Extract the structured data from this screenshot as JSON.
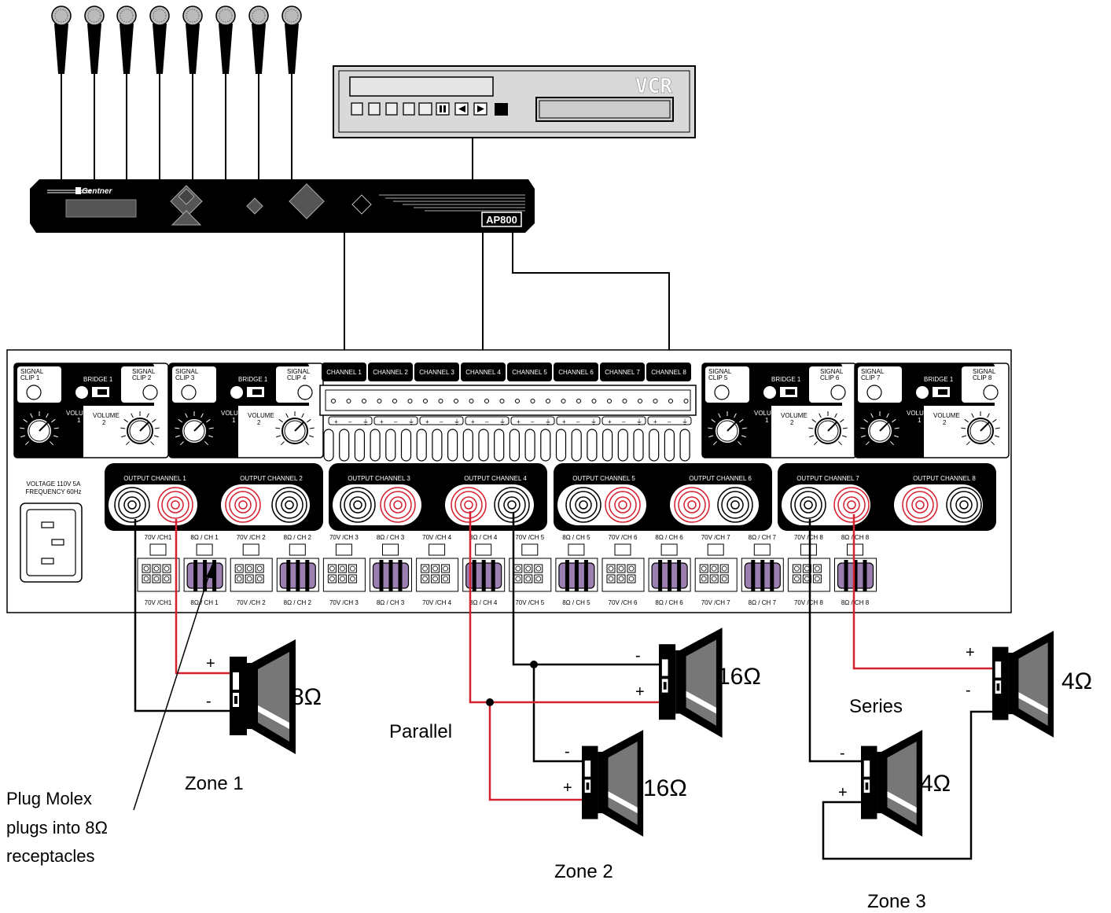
{
  "vcr": {
    "label": "VCR"
  },
  "mixer": {
    "brand": "Gentner",
    "model": "AP800",
    "mic_count": 8
  },
  "amplifier": {
    "power_label_line1": "VOLTAGE 110V 5A",
    "power_label_line2": "FREQUENCY 60Hz",
    "input_channels": [
      "CHANNEL 1",
      "CHANNEL 2",
      "CHANNEL 3",
      "CHANNEL 4",
      "CHANNEL 5",
      "CHANNEL 6",
      "CHANNEL 7",
      "CHANNEL 8"
    ],
    "terminal_symbols": [
      "+",
      "–",
      "⏚"
    ],
    "modules": [
      {
        "clip_left": [
          "SIGNAL",
          "CLIP 1"
        ],
        "clip_right": [
          "SIGNAL",
          "CLIP 2"
        ],
        "bridge": "BRIDGE 1",
        "volume_left": [
          "VOLUME",
          "1"
        ],
        "volume_right": [
          "VOLUME",
          "2"
        ]
      },
      {
        "clip_left": [
          "SIGNAL",
          "CLIP 3"
        ],
        "clip_right": [
          "SIGNAL",
          "CLIP 4"
        ],
        "bridge": "BRIDGE 1",
        "volume_left": [
          "VOLUME",
          "1"
        ],
        "volume_right": [
          "VOLUME",
          "2"
        ]
      },
      {
        "clip_left": [
          "SIGNAL",
          "CLIP 5"
        ],
        "clip_right": [
          "SIGNAL",
          "CLIP 6"
        ],
        "bridge": "BRIDGE 1",
        "volume_left": [
          "VOLUME",
          "1"
        ],
        "volume_right": [
          "VOLUME",
          "2"
        ]
      },
      {
        "clip_left": [
          "SIGNAL",
          "CLIP 7"
        ],
        "clip_right": [
          "SIGNAL",
          "CLIP 8"
        ],
        "bridge": "BRIDGE 1",
        "volume_left": [
          "VOLUME",
          "1"
        ],
        "volume_right": [
          "VOLUME",
          "2"
        ]
      }
    ],
    "output_channels": [
      "OUTPUT CHANNEL 1",
      "OUTPUT CHANNEL 2",
      "OUTPUT CHANNEL 3",
      "OUTPUT CHANNEL 4",
      "OUTPUT CHANNEL 5",
      "OUTPUT CHANNEL 6",
      "OUTPUT CHANNEL 7",
      "OUTPUT CHANNEL 8"
    ],
    "molex_labels": [
      "70V /CH1",
      "8Ω / CH 1",
      "70V /CH 2",
      "8Ω / CH 2",
      "70V /CH 3",
      "8Ω / CH 3",
      "70V /CH 4",
      "8Ω / CH 4",
      "70V /CH 5",
      "8Ω / CH 5",
      "70V /CH 6",
      "8Ω / CH 6",
      "70V /CH 7",
      "8Ω / CH 7",
      "70V /CH 8",
      "8Ω / CH 8"
    ],
    "molex_labels_bottom": [
      "70V /CH1",
      "8Ω / CH 1",
      "70V /CH 2",
      "8Ω / CH 2",
      "70V /CH 3",
      "8Ω / CH 3",
      "70V /CH 4",
      "8Ω / CH 4",
      "70V /CH 5",
      "8Ω / CH 5",
      "70V /CH 6",
      "8Ω / CH 6",
      "70V /CH 7",
      "8Ω / CH 7",
      "70V /CH 8",
      "8Ω / CH 8"
    ]
  },
  "speakers": [
    {
      "impedance": "8Ω",
      "plus": "+",
      "minus": "-"
    },
    {
      "impedance": "16Ω",
      "plus": "+",
      "minus": "-"
    },
    {
      "impedance": "16Ω",
      "plus": "+",
      "minus": "-"
    },
    {
      "impedance": "4Ω",
      "plus": "+",
      "minus": "-"
    },
    {
      "impedance": "4Ω",
      "plus": "+",
      "minus": "-"
    }
  ],
  "labels": {
    "zone1": "Zone 1",
    "zone2": "Zone 2",
    "zone3": "Zone 3",
    "parallel": "Parallel",
    "series": "Series",
    "note": [
      "Plug Molex",
      "plugs into 8Ω",
      "receptacles"
    ]
  },
  "colors": {
    "positive_wire": "#d4202f",
    "negative_wire": "#000000",
    "panel": "#000000",
    "molex_8ohm": "#9b7fb0",
    "vcr_body": "#d9d9d9"
  }
}
